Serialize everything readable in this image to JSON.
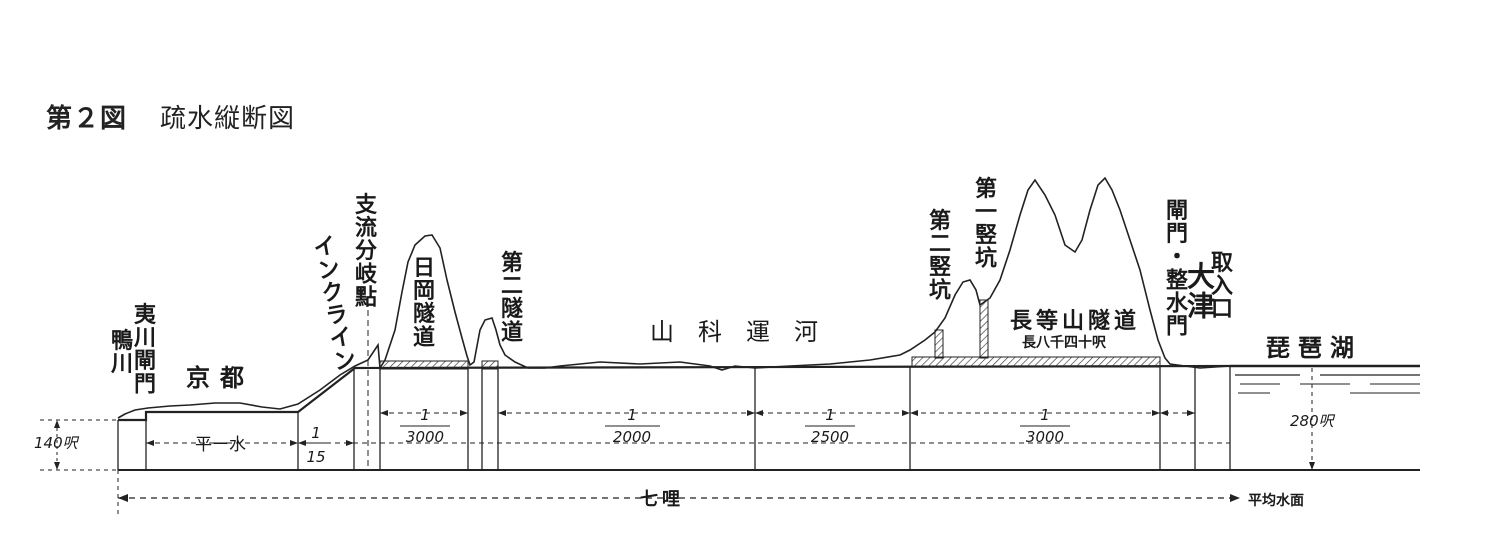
{
  "title": {
    "main": "第２図",
    "sub": "疏水縦断図"
  },
  "labels": {
    "kamogawa": "鴨川",
    "okawa_gate": "夷川閘門",
    "kyoto": "京都",
    "incline": "インクライン",
    "branch_point": "支流分岐點",
    "hinooka_tunnel": "日岡隧道",
    "second_tunnel": "第二隧道",
    "yamashina_canal": "山科運河",
    "second_shaft": "第二竪坑",
    "first_shaft": "第一竪坑",
    "nagara_tunnel": "長等山隧道",
    "nagara_length": "長八千四十呎",
    "gate_water": "閘門・整水門",
    "otsu": "大津",
    "intake": "取入口",
    "biwa_lake": "琵琶湖",
    "flat": "平ー水",
    "seven_miles": "七哩",
    "mean_level": "平均水面"
  },
  "dimensions": {
    "left_height": "140呎",
    "right_height": "280呎"
  },
  "gradients": {
    "incline": {
      "num": "1",
      "den": "15"
    },
    "g1": {
      "num": "1",
      "den": "3000"
    },
    "g2": {
      "num": "1",
      "den": "2000"
    },
    "g3": {
      "num": "1",
      "den": "2500"
    },
    "g4": {
      "num": "1",
      "den": "3000"
    }
  }
}
